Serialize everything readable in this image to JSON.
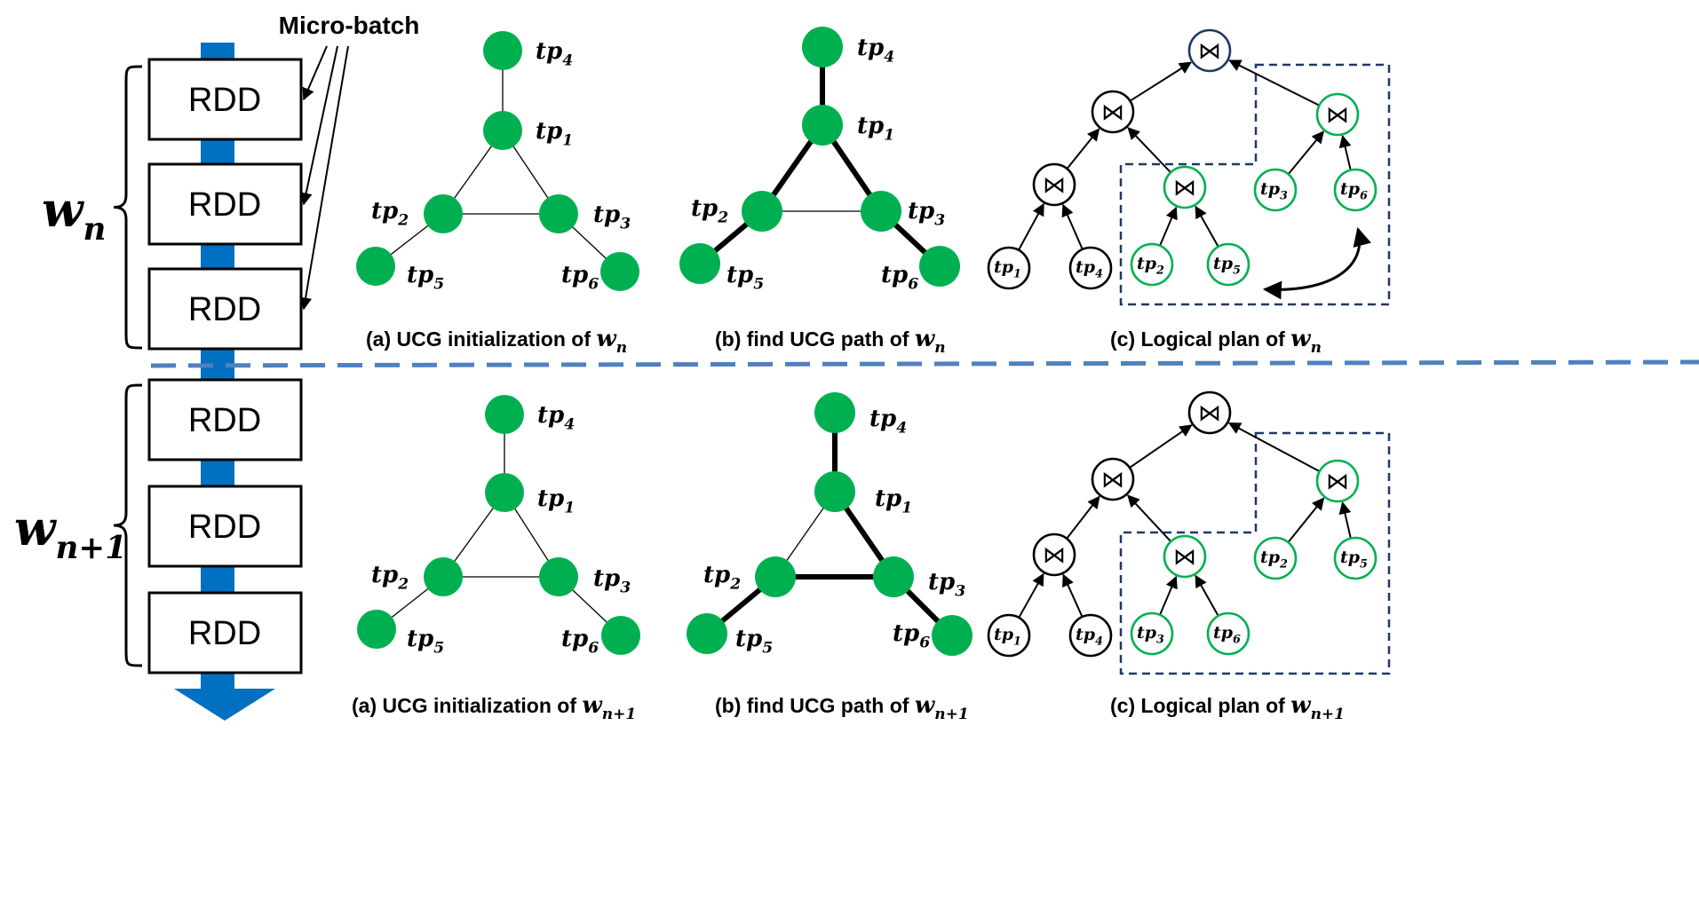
{
  "colors": {
    "node_fill": "#00b050",
    "arrow_blue": "#0070c0",
    "divider_blue": "#4f81bd",
    "green_outline": "#00b050",
    "root_outline": "#1f3864",
    "dashed_box": "#1f3864"
  },
  "micro_batch_label": "Micro-batch",
  "rdd_label": "RDD",
  "join_symbol": "⋈",
  "windows": [
    {
      "label_base": "w",
      "label_sub": "n",
      "caption_a": {
        "text": "(a) UCG initialization of",
        "var": "w",
        "sub": "n"
      },
      "caption_b": {
        "text": "(b) find UCG path of",
        "var": "w",
        "sub": "n"
      },
      "caption_c": {
        "text": "(c) Logical plan of",
        "var": "w",
        "sub": "n"
      },
      "path_edges": [
        "tp4-tp1",
        "tp1-tp2",
        "tp1-tp3",
        "tp2-tp5",
        "tp3-tp6"
      ],
      "plan_leaves": [
        "tp1",
        "tp4",
        "tp2",
        "tp5",
        "tp3",
        "tp6"
      ],
      "swap_arrow": true
    },
    {
      "label_base": "w",
      "label_sub": "n+1",
      "caption_a": {
        "text": "(a) UCG initialization of",
        "var": "w",
        "sub": "n+1"
      },
      "caption_b": {
        "text": "(b) find UCG path of",
        "var": "w",
        "sub": "n+1"
      },
      "caption_c": {
        "text": "(c) Logical plan of",
        "var": "w",
        "sub": "n+1"
      },
      "path_edges": [
        "tp4-tp1",
        "tp1-tp3",
        "tp2-tp3",
        "tp2-tp5",
        "tp3-tp6"
      ],
      "plan_leaves": [
        "tp1",
        "tp4",
        "tp3",
        "tp6",
        "tp2",
        "tp5"
      ],
      "swap_arrow": false
    }
  ],
  "ucg_nodes": [
    {
      "id": "tp1",
      "base": "tp",
      "sub": "1"
    },
    {
      "id": "tp2",
      "base": "tp",
      "sub": "2"
    },
    {
      "id": "tp3",
      "base": "tp",
      "sub": "3"
    },
    {
      "id": "tp4",
      "base": "tp",
      "sub": "4"
    },
    {
      "id": "tp5",
      "base": "tp",
      "sub": "5"
    },
    {
      "id": "tp6",
      "base": "tp",
      "sub": "6"
    }
  ],
  "ucg_edges": [
    "tp4-tp1",
    "tp1-tp2",
    "tp1-tp3",
    "tp2-tp3",
    "tp2-tp5",
    "tp3-tp6"
  ]
}
